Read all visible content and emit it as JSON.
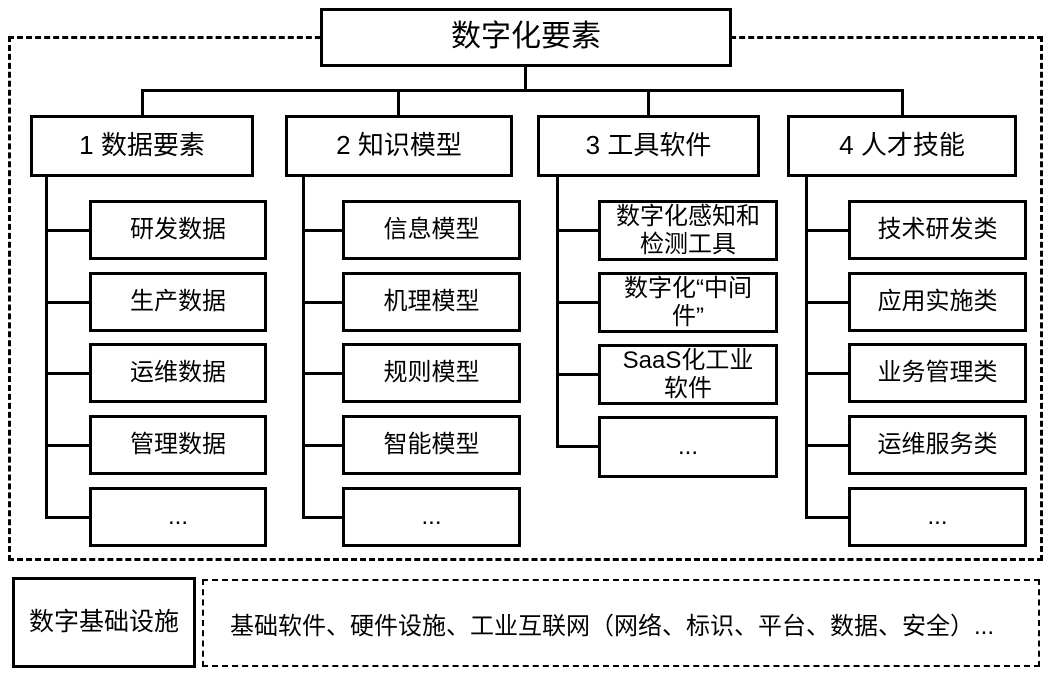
{
  "root": {
    "label": "数字化要素"
  },
  "columns": [
    {
      "label": "1 数据要素",
      "children": [
        "研发数据",
        "生产数据",
        "运维数据",
        "管理数据",
        "..."
      ]
    },
    {
      "label": "2 知识模型",
      "children": [
        "信息模型",
        "机理模型",
        "规则模型",
        "智能模型",
        "..."
      ]
    },
    {
      "label": "3 工具软件",
      "children": [
        "数字化感知和\n检测工具",
        "数字化“中间\n件”",
        "SaaS化工业\n软件",
        "..."
      ]
    },
    {
      "label": "4 人才技能",
      "children": [
        "技术研发类",
        "应用实施类",
        "业务管理类",
        "运维服务类",
        "..."
      ]
    }
  ],
  "infrastructure": {
    "label": "数字基础设施",
    "items": "基础软件、硬件设施、工业互联网（网络、标识、平台、数据、安全）..."
  },
  "colors": {
    "line": "#000000",
    "background": "#ffffff",
    "text": "#000000"
  }
}
